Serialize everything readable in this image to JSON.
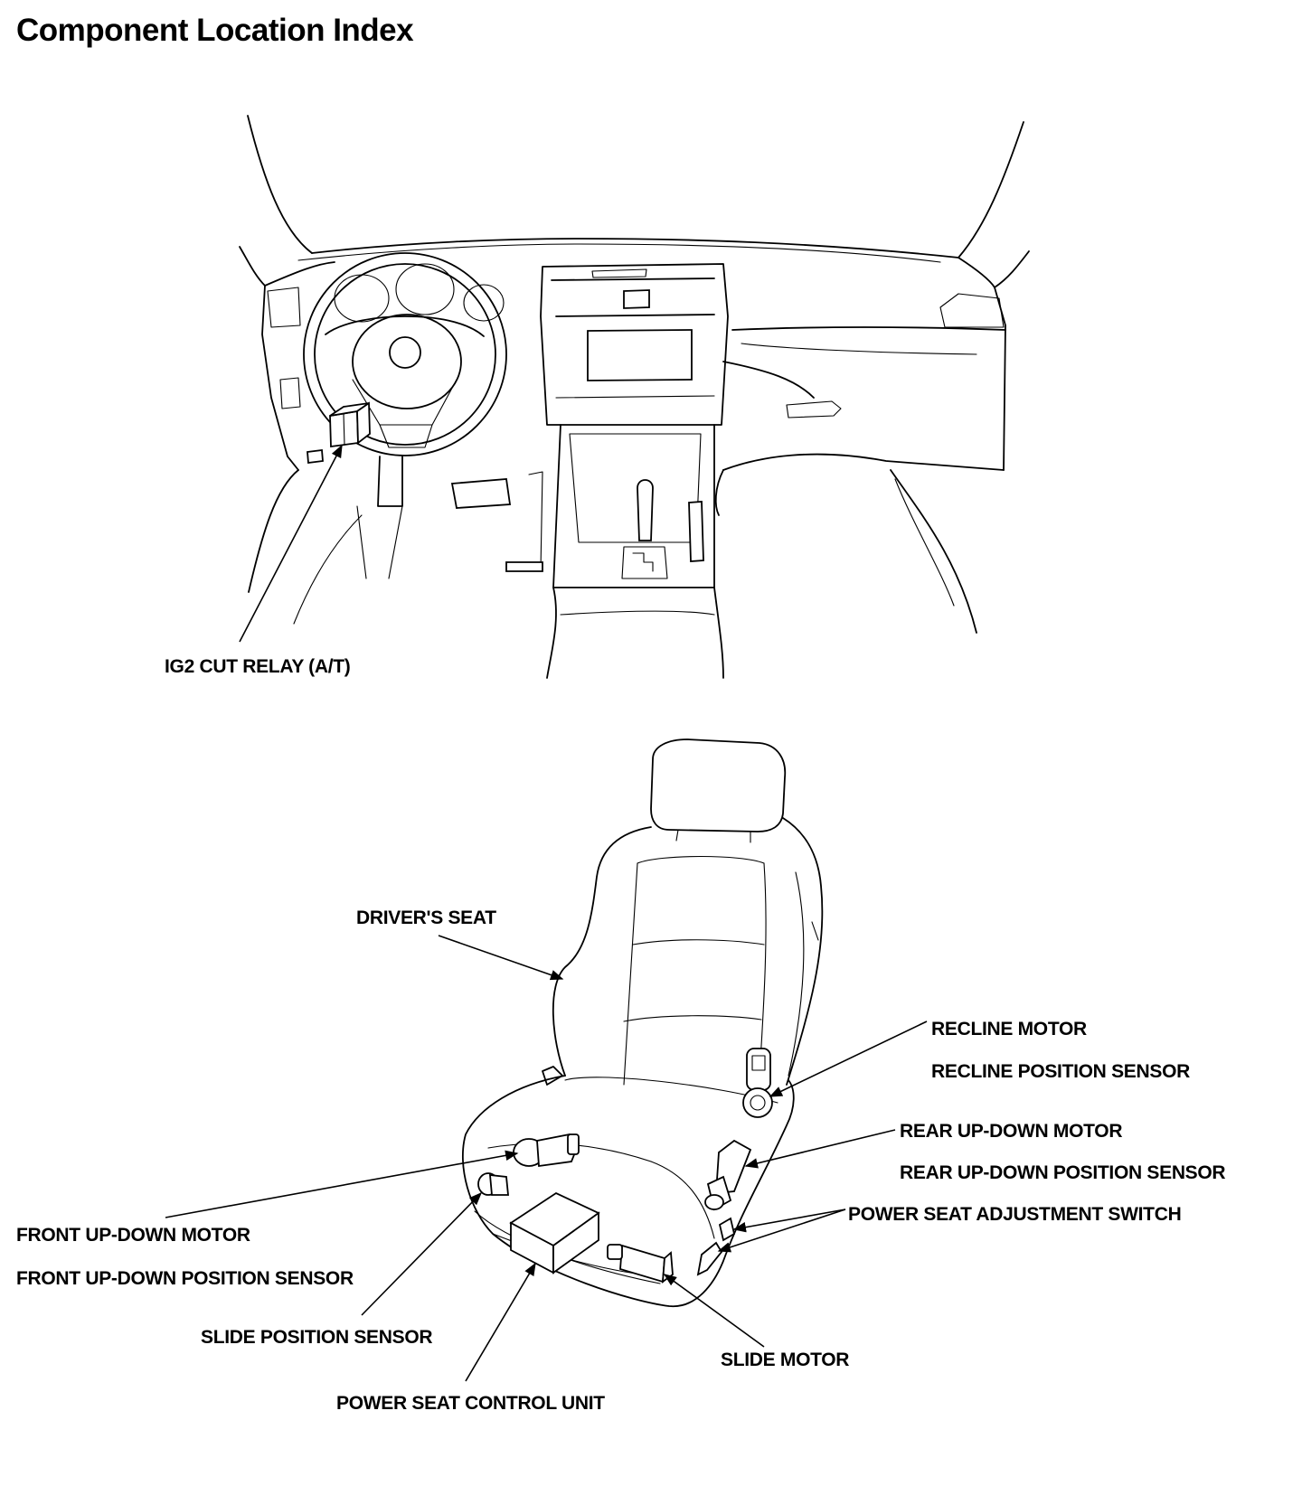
{
  "header": {
    "title": "Component Location Index"
  },
  "dashboard": {
    "labels": {
      "ig2_cut_relay": "IG2 CUT RELAY (A/T)"
    }
  },
  "seat": {
    "labels": {
      "drivers_seat": "DRIVER'S SEAT",
      "recline_motor": "RECLINE MOTOR",
      "recline_position_sensor": "RECLINE POSITION SENSOR",
      "rear_up_down_motor": "REAR UP-DOWN MOTOR",
      "rear_up_down_position_sensor": "REAR UP-DOWN POSITION SENSOR",
      "power_seat_adjustment_switch": "POWER SEAT ADJUSTMENT SWITCH",
      "front_up_down_motor": "FRONT UP-DOWN MOTOR",
      "front_up_down_position_sensor": "FRONT UP-DOWN POSITION SENSOR",
      "slide_position_sensor": "SLIDE POSITION SENSOR",
      "slide_motor": "SLIDE MOTOR",
      "power_seat_control_unit": "POWER SEAT CONTROL UNIT"
    }
  }
}
